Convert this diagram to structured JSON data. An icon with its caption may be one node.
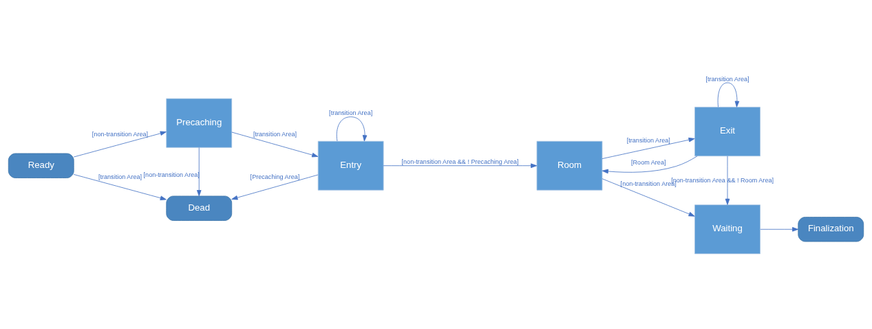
{
  "diagram": {
    "nodes": [
      {
        "text": [
          "Ready"
        ]
      },
      {
        "text": [
          "Precaching"
        ]
      },
      {
        "text": [
          "Entry"
        ]
      },
      {
        "text": [
          "Room"
        ]
      },
      {
        "text": [
          "Exit"
        ]
      },
      {
        "text": [
          "Dead"
        ]
      },
      {
        "text": [
          "Waiting"
        ]
      },
      {
        "text": [
          "Finalization"
        ]
      }
    ],
    "edges": [
      {
        "from": 0,
        "to": 1,
        "arrow": "to",
        "label": "[non-transition Area]"
      },
      {
        "from": 1,
        "to": 2,
        "arrow": "to",
        "label": "[transition Area]"
      },
      {
        "from": 2,
        "to": 2,
        "arrow": "to",
        "label": "[transition Area]"
      },
      {
        "from": 2,
        "to": 3,
        "arrow": "to",
        "label": "[non-transition Area && ! Precaching Area]"
      },
      {
        "from": 3,
        "to": 4,
        "arrow": "to",
        "label": "[transition Area]"
      },
      {
        "from": 4,
        "to": 4,
        "arrow": "to",
        "label": "[transition Area]"
      },
      {
        "from": 4,
        "to": 3,
        "arrow": "to",
        "label": "[Room Area]"
      },
      {
        "from": 1,
        "to": 5,
        "arrow": "to",
        "label": "[non-transition Area]"
      },
      {
        "from": 2,
        "to": 5,
        "arrow": "to",
        "label": "[Precaching Area]"
      },
      {
        "from": 0,
        "to": 5,
        "arrow": "to",
        "label": "[transition Area]"
      },
      {
        "from": 3,
        "to": 6,
        "arrow": "to",
        "label": "[non-transition Area]"
      },
      {
        "from": 4,
        "to": 6,
        "arrow": "to",
        "label": "[non-transition Area && ! Room Area]"
      },
      {
        "from": 6,
        "to": 7,
        "arrow": "to"
      }
    ]
  }
}
